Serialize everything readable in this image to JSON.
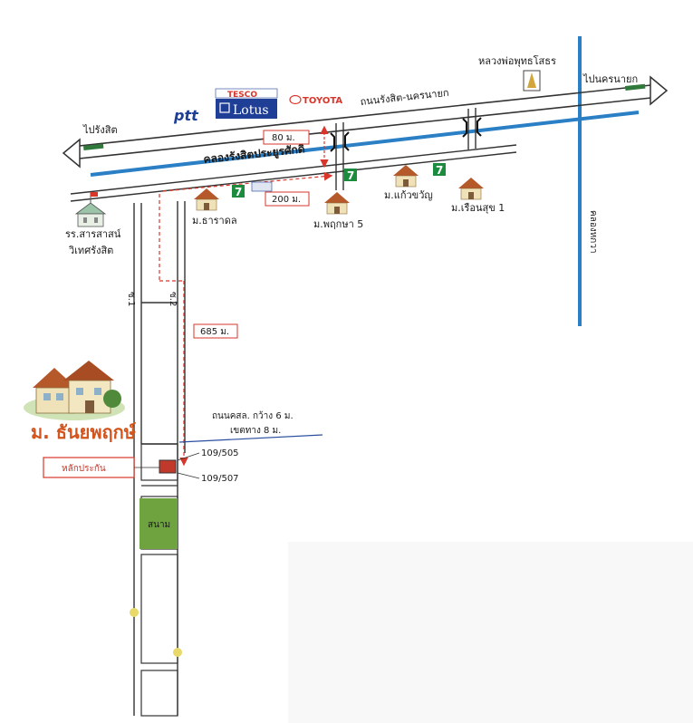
{
  "roads": {
    "main_road": "ถนนรังสิต-นครนายก",
    "canal": "คลองรังสิตประยูรศักดิ์",
    "to_rangsit": "ไปรังสิต",
    "to_nakhon_nayok": "ไปนครนายก",
    "side_canal": "คลองหกวา",
    "soi1": "ซ.1",
    "soi2": "ซ.2",
    "road_spec": "ถนนคสล. กว้าง 6 ม.",
    "road_easement": "เขตทาง 8 ม."
  },
  "distances": {
    "d80": "80 ม.",
    "d200": "200 ม.",
    "d685": "685 ม."
  },
  "landmarks": {
    "temple": "หลวงพ่อพุทธโสธร",
    "school_line1": "รร.สารสาสน์",
    "school_line2": "วิเทศรังสิต",
    "ptt": "ptt",
    "tesco_top": "TESCO",
    "tesco_bottom": "Lotus",
    "toyota": "TOYOTA",
    "seven_eleven": "7"
  },
  "villages": {
    "tharadon": "ม.ธาราดล",
    "pruksa5": "ม.พฤกษา 5",
    "kaewkwan": "ม.แก้วขวัญ",
    "ruensuk1": "ม.เรือนสุข 1"
  },
  "project": {
    "name": "ม. ธันยพฤกษ์",
    "marker": "หลักประกัน",
    "plot1": "109/505",
    "plot2": "109/507",
    "field": "สนาม"
  },
  "colors": {
    "road_outline": "#333333",
    "canal_blue": "#2a7fc5",
    "distance_red": "#d9362b",
    "field_green": "#6ea340",
    "project_orange": "#d3541d"
  }
}
